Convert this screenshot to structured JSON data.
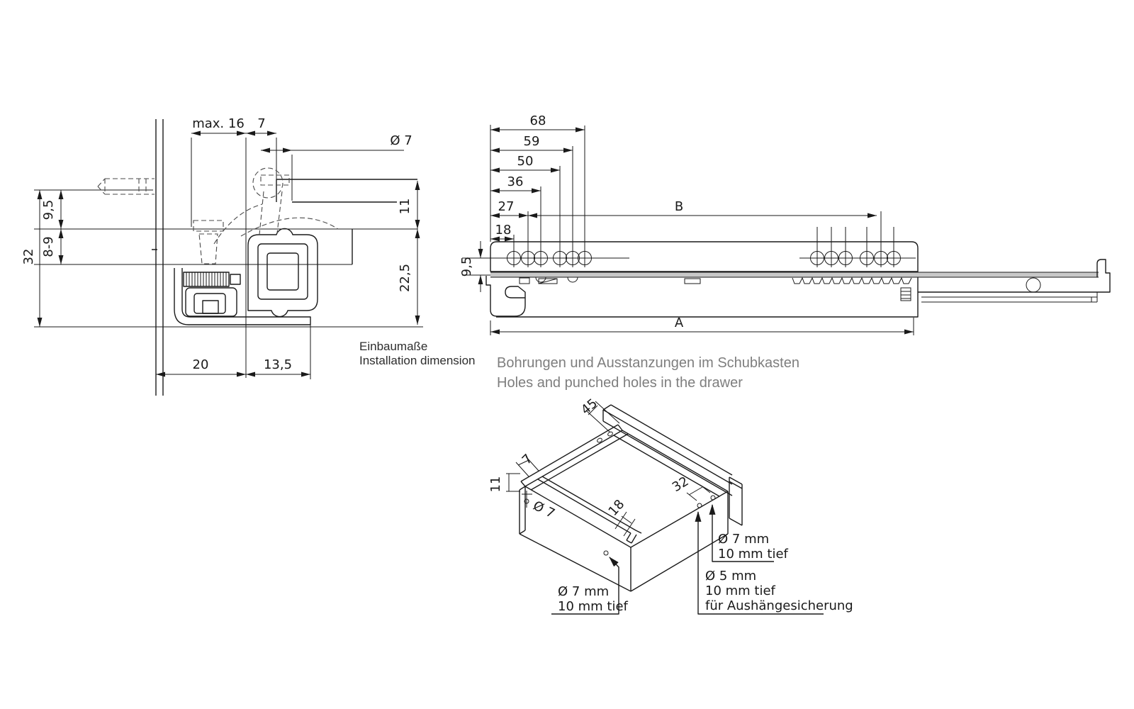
{
  "colors": {
    "line": "#1a1a1a",
    "gray_fill": "#c8c8c8",
    "heading_gray": "#7e7e7e",
    "caption_dark": "#2d2d2d"
  },
  "section_view": {
    "caption": {
      "de": "Einbaumaße",
      "en": "Installation dimension"
    },
    "dims": {
      "max16": "max. 16",
      "d7": "7",
      "dia7": "Ø 7",
      "d11": "11",
      "d225": "22,5",
      "d95": "9,5",
      "d89": "8-9",
      "d32": "32",
      "d20": "20",
      "d135": "13,5"
    }
  },
  "side_view": {
    "dims": {
      "d68": "68",
      "d59": "59",
      "d50": "50",
      "d36": "36",
      "d27": "27",
      "d18": "18",
      "d95": "9,5",
      "dB": "B",
      "dA": "A"
    }
  },
  "drawer_view": {
    "heading": {
      "de": "Bohrungen und Ausstanzungen im Schubkasten",
      "en": "Holes and punched holes in the drawer"
    },
    "dims": {
      "d45": "45",
      "d7": "7",
      "d11": "11",
      "dia7": "Ø 7",
      "d18": "18",
      "d32": "32"
    },
    "callouts": {
      "front": {
        "l1": "Ø 7 mm",
        "l2": "10 mm tief"
      },
      "right": {
        "l1": "Ø 7 mm",
        "l2": "10 mm tief"
      },
      "safety": {
        "l1": "Ø 5 mm",
        "l2": "10 mm tief",
        "l3": "für Aushängesicherung"
      }
    }
  }
}
